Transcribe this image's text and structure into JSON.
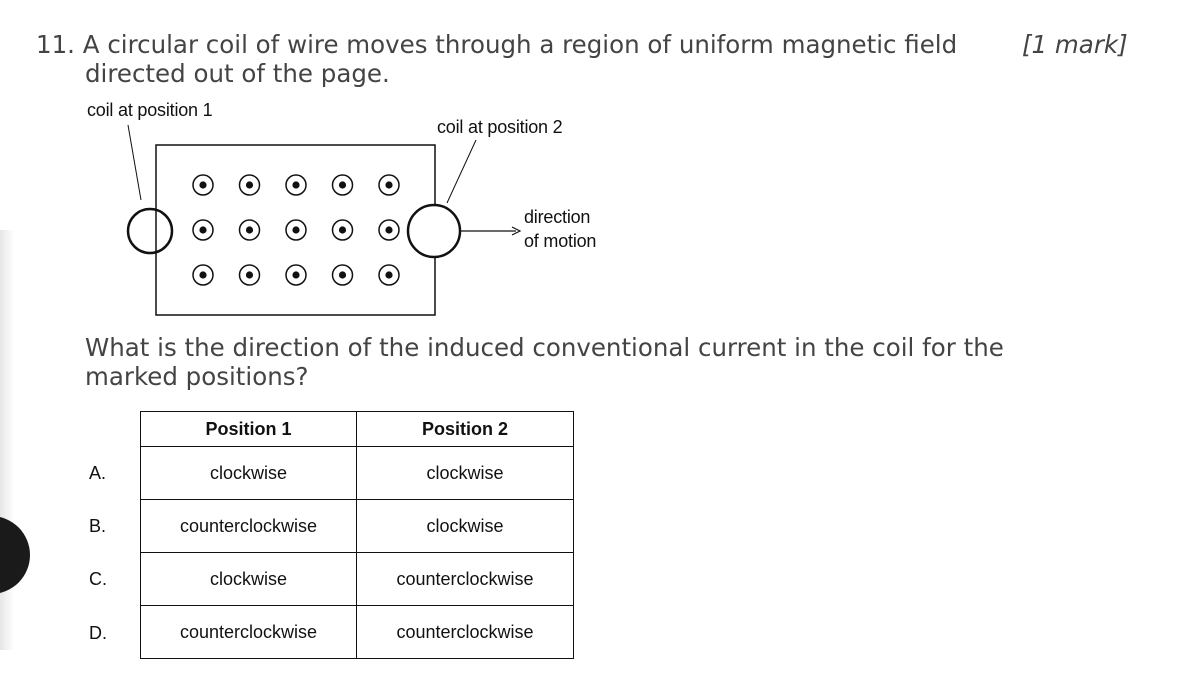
{
  "question": {
    "number": "11.",
    "line1": "A circular coil of wire moves through a region of uniform magnetic field",
    "line2": "directed out of the page.",
    "marks": "[1 mark]",
    "prompt_line1": "What is the direction of the induced conventional current in the coil for the",
    "prompt_line2": "marked positions?"
  },
  "diagram": {
    "label_position1": "coil at position 1",
    "label_position2": "coil at position 2",
    "motion_line1": "direction",
    "motion_line2": "of motion",
    "field_symbol": "dot-in-circle-icon",
    "field_rows": 3,
    "field_cols": 5
  },
  "table": {
    "header_position1": "Position 1",
    "header_position2": "Position 2",
    "rows": [
      {
        "letter": "A.",
        "p1": "clockwise",
        "p2": "clockwise"
      },
      {
        "letter": "B.",
        "p1": "counterclockwise",
        "p2": "clockwise"
      },
      {
        "letter": "C.",
        "p1": "clockwise",
        "p2": "counterclockwise"
      },
      {
        "letter": "D.",
        "p1": "counterclockwise",
        "p2": "counterclockwise"
      }
    ]
  }
}
